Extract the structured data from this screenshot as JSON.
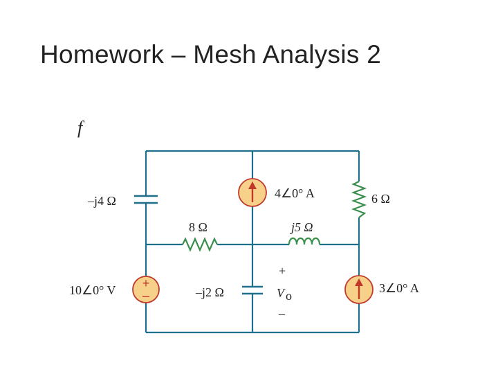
{
  "slide": {
    "title": "Homework – Mesh Analysis 2",
    "marker": "f"
  },
  "circuit": {
    "labels": {
      "cap_left": "–j4 Ω",
      "src_4": "4∠0° A",
      "res_6": "6 Ω",
      "res_8": "8 Ω",
      "ind_j5": "j5 Ω",
      "vsrc_10": "10∠0° V",
      "cap_j2": "–j2 Ω",
      "src_3": "3∠0° A",
      "vo_plus": "+",
      "vo": "V",
      "vo_sub": "o",
      "vo_minus": "–",
      "vs_plus": "+",
      "vs_minus": "–"
    },
    "colors": {
      "wire": "#1e6f8c",
      "resistor": "#3a8f4c",
      "source_fill": "#f7d08a",
      "source_stroke": "#c0392b",
      "text": "#222222"
    }
  }
}
